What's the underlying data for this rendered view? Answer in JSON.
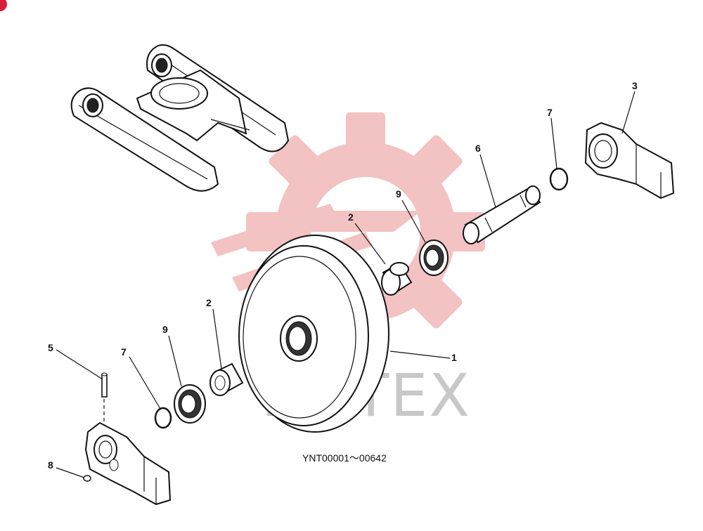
{
  "diagram": {
    "serial_range": "YNT00001～00642",
    "watermark_text": "ИНТЕХ",
    "watermark_color": "#f2b8b8",
    "corner_badge_color": "#d81b3a",
    "labels": {
      "p1": "1",
      "p2_right": "2",
      "p2_left": "2",
      "p3": "3",
      "p5": "5",
      "p6": "6",
      "p7_right": "7",
      "p7_left": "7",
      "p8": "8",
      "p9_right": "9",
      "p9_left": "9"
    },
    "icons": {
      "watermark": "gear-logo-icon",
      "badge": "corner-badge-icon"
    }
  }
}
